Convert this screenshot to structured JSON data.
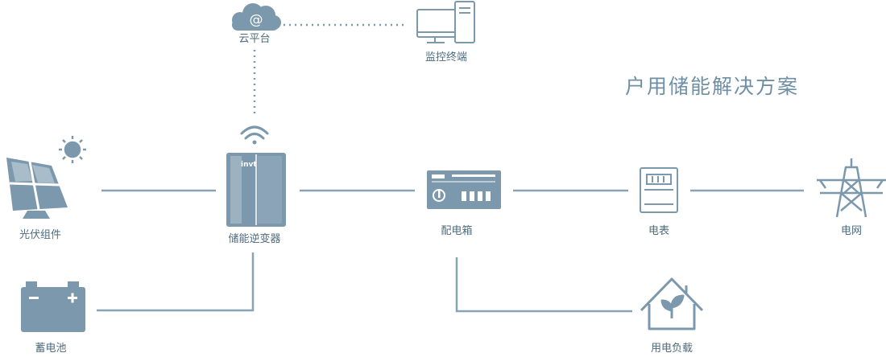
{
  "title": "户用储能解决方案",
  "labels": {
    "cloud": "云平台",
    "monitor": "监控终端",
    "pv": "光伏组件",
    "inverter": "储能逆变器",
    "dist_box": "配电箱",
    "meter": "电表",
    "grid": "电网",
    "battery": "蓄电池",
    "load": "用电负载"
  },
  "brand_mark": "invt",
  "colors": {
    "icon": "#7b98ad",
    "line": "#88a3b5",
    "label": "#4f6b7d",
    "title": "#6f8fa5"
  }
}
